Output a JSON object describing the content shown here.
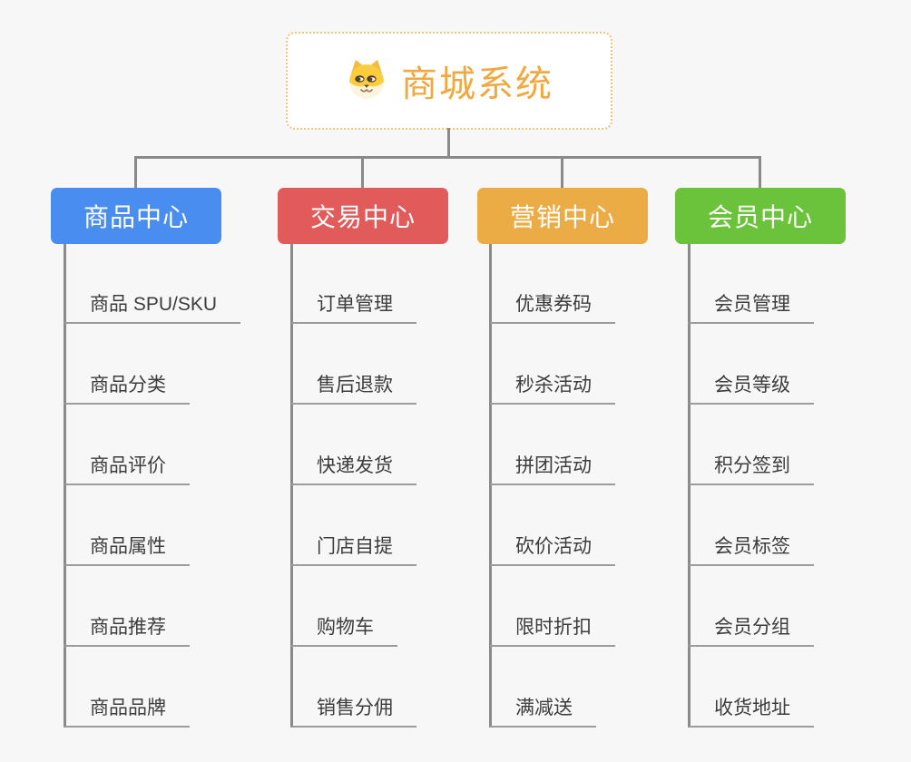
{
  "page": {
    "background_color": "#f7f7f7",
    "connector_color": "#8a8a8a"
  },
  "root": {
    "title": "商城系统",
    "icon": "dog-face-icon",
    "title_color": "#f0a840",
    "border_color": "#f3c377"
  },
  "branches": [
    {
      "label": "商品中心",
      "color": "#4a8df0",
      "items": [
        "商品 SPU/SKU",
        "商品分类",
        "商品评价",
        "商品属性",
        "商品推荐",
        "商品品牌"
      ]
    },
    {
      "label": "交易中心",
      "color": "#e15b5b",
      "items": [
        "订单管理",
        "售后退款",
        "快递发货",
        "门店自提",
        "购物车",
        "销售分佣"
      ]
    },
    {
      "label": "营销中心",
      "color": "#ebab45",
      "items": [
        "优惠券码",
        "秒杀活动",
        "拼团活动",
        "砍价活动",
        "限时折扣",
        "满减送"
      ]
    },
    {
      "label": "会员中心",
      "color": "#6bc23b",
      "items": [
        "会员管理",
        "会员等级",
        "积分签到",
        "会员标签",
        "会员分组",
        "收货地址"
      ]
    }
  ]
}
